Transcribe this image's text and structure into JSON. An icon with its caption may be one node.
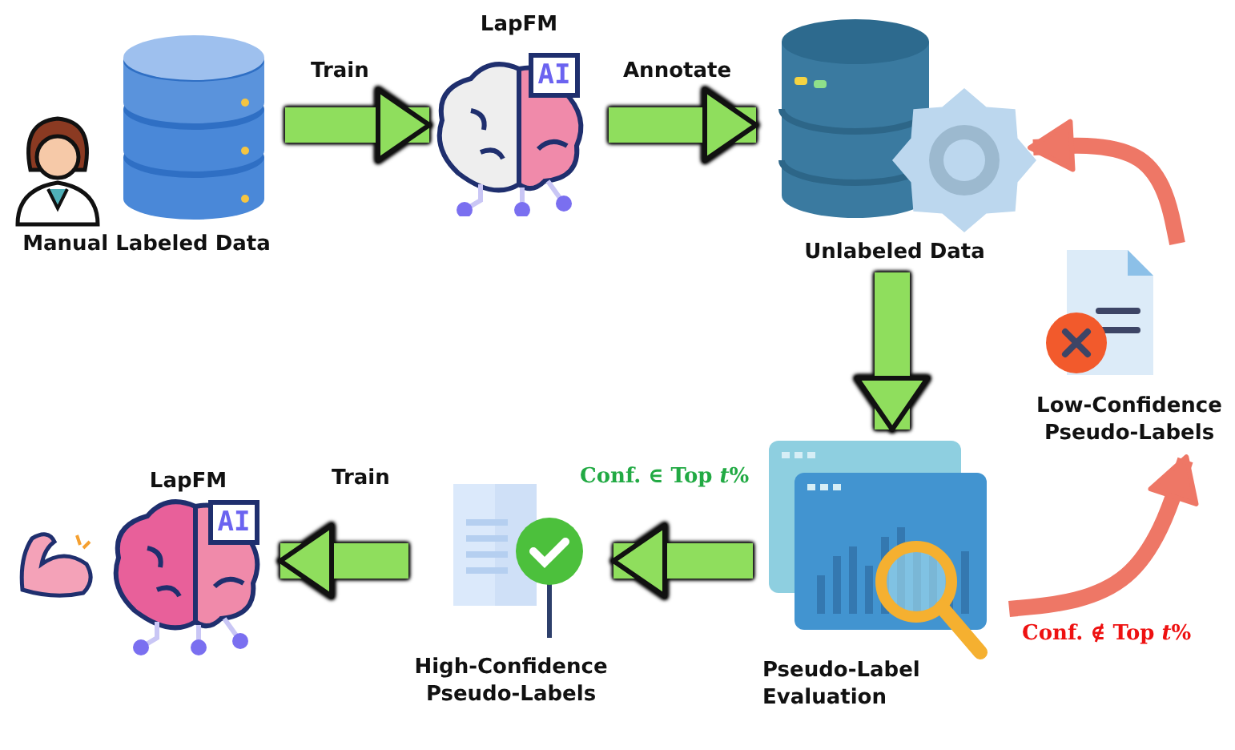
{
  "diagram": {
    "nodes": [
      {
        "text": [
          "Manual Labeled Data"
        ]
      },
      {
        "text": [
          "LapFM"
        ]
      },
      {
        "text": [
          "Unlabeled Data"
        ]
      },
      {
        "text": [
          "Low-Confidence Pseudo-Labels"
        ]
      },
      {
        "text": [
          "Pseudo-Label Evaluation"
        ]
      },
      {
        "text": [
          "High-Confidence Pseudo-Labels"
        ]
      },
      {
        "text": [
          "LapFM"
        ]
      }
    ],
    "edges": [
      {
        "from": 0,
        "to": 1,
        "arrow": "to",
        "label": "Train"
      },
      {
        "from": 1,
        "to": 2,
        "arrow": "to",
        "label": "Annotate"
      },
      {
        "from": 2,
        "to": 4,
        "arrow": "to"
      },
      {
        "from": 4,
        "to": 5,
        "arrow": "to",
        "label": "Conf. ∈ Top *t*%"
      },
      {
        "from": 5,
        "to": 6,
        "arrow": "to",
        "label": "Train"
      },
      {
        "from": 4,
        "to": 3,
        "arrow": "to",
        "label": "Conf. ∉ Top *t*%",
        "color": "#ee7766"
      },
      {
        "from": 3,
        "to": 2,
        "arrow": "to",
        "color": "#ee7766"
      }
    ],
    "labels": [
      "AI",
      "AI"
    ]
  }
}
